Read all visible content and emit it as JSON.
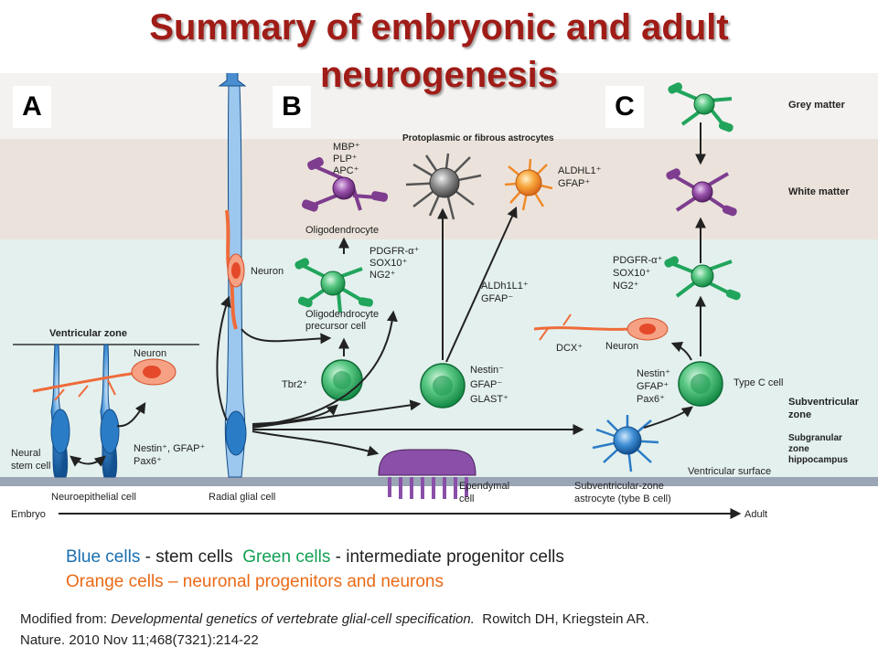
{
  "title": {
    "line1": "Summary of embryonic and adult",
    "line2": "neurogenesis"
  },
  "panels": [
    "A",
    "B",
    "C"
  ],
  "layers": {
    "grey_matter": "Grey matter",
    "white_matter": "White matter",
    "subventricular": [
      "Subventricular",
      "zone"
    ],
    "subgranular": [
      "Subgranular",
      "zone",
      "hippocampus"
    ],
    "ventricular_surface": "Ventricular surface",
    "ventricular_zone": "Ventricular zone"
  },
  "labels": {
    "neuron_a": "Neuron",
    "neural_stem_cell": [
      "Neural",
      "stem cell"
    ],
    "nestin_a": [
      "Nestin⁺, GFAP⁺",
      "Pax6⁺"
    ],
    "neuroepithelial": "Neuroepithelial cell",
    "radial_glial": "Radial glial cell",
    "neuron_b": "Neuron",
    "mbp": [
      "MBP⁺",
      "PLP⁺",
      "APC⁺"
    ],
    "oligodendrocyte": "Oligodendrocyte",
    "pdgfr_b": [
      "PDGFR-α⁺",
      "SOX10⁺",
      "NG2⁺"
    ],
    "opc": [
      "Oligodendrocyte",
      "precursor cell"
    ],
    "tbr2": "Tbr2⁺",
    "astrocytes_header": "Protoplasmic or fibrous astrocytes",
    "aldhl1": [
      "ALDHL1⁺",
      "GFAP⁺"
    ],
    "aldh1l1": [
      "ALDh1L1⁺",
      "GFAP⁻"
    ],
    "nestin_mid": [
      "Nestin⁻",
      "GFAP⁻",
      "GLAST⁺"
    ],
    "ependymal": [
      "Ependymal",
      "cell"
    ],
    "svz_astro": [
      "Subventricular-zone",
      "astrocyte (tybe B cell)"
    ],
    "pdgfr_c": [
      "PDGFR-α⁺",
      "SOX10⁺",
      "NG2⁺"
    ],
    "dcx": "DCX⁺",
    "neuron_c": "Neuron",
    "nestin_c": [
      "Nestin⁺",
      "GFAP⁺",
      "Pax6⁺"
    ],
    "type_c": "Type C cell",
    "embryo": "Embryo",
    "adult": "Adult"
  },
  "legend": {
    "blue": "Blue cells",
    "blue_desc": " - stem cells  ",
    "green": "Green cells",
    "green_desc": " - intermediate progenitor cells",
    "orange": "Orange cells",
    "orange_desc": " – neuronal progenitors and neurons"
  },
  "citation": {
    "prefix": "Modified from: ",
    "article": "Developmental genetics of vertebrate glial-cell specification.",
    "authors": "  Rowitch DH, Kriegstein AR.",
    "journal": "Nature. 2010 Nov 11;468(7321):214-22"
  },
  "colors": {
    "title": "#a01c17",
    "grey_matter_bg": "#f4f2f0",
    "white_matter_bg": "#ebe3db",
    "svz_bg": "#e3f0ee",
    "stem_blue": "#1f6db4",
    "progenitor_green": "#21a55c",
    "neuron_orange": "#ef6b3a",
    "oligo_purple": "#7e3d8f"
  }
}
